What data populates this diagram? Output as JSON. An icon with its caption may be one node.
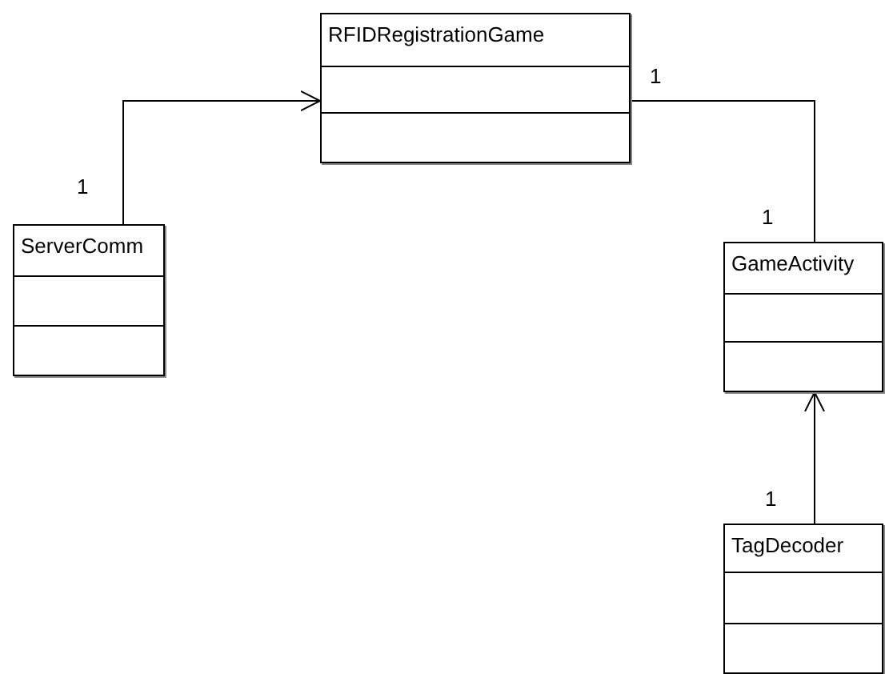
{
  "diagram": {
    "nodes": [
      {
        "text": [
          "RFIDRegistrationGame"
        ]
      },
      {
        "text": [
          "ServerComm"
        ]
      },
      {
        "text": [
          "GameActivity"
        ]
      },
      {
        "text": [
          "TagDecoder"
        ]
      }
    ],
    "edges": [
      {
        "from": 1,
        "to": 0,
        "arrow": "to"
      },
      {
        "from": 0,
        "to": 2,
        "arrow": "none"
      },
      {
        "from": 3,
        "to": 2,
        "arrow": "to"
      }
    ],
    "labels": [
      "1",
      "1",
      "1",
      "1"
    ]
  }
}
